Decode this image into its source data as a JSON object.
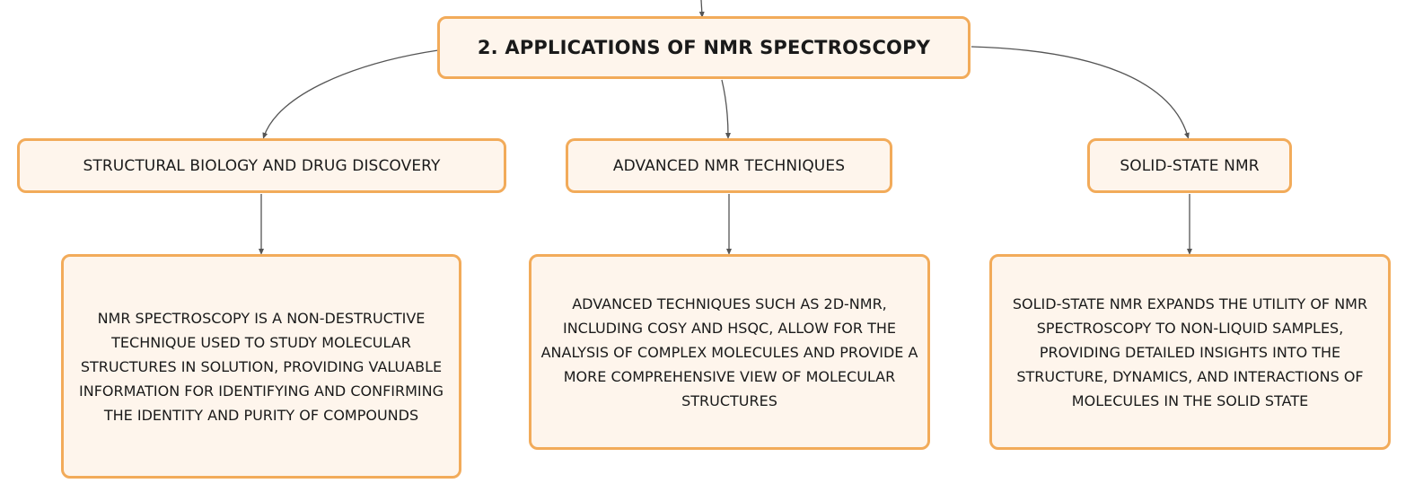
{
  "root": {
    "label": "2. APPLICATIONS OF NMR SPECTROSCOPY"
  },
  "branches": [
    {
      "label": "STRUCTURAL BIOLOGY AND DRUG DISCOVERY",
      "detail": "NMR SPECTROSCOPY IS A NON-DESTRUCTIVE TECHNIQUE USED TO STUDY MOLECULAR STRUCTURES IN SOLUTION, PROVIDING VALUABLE INFORMATION FOR IDENTIFYING AND CONFIRMING THE IDENTITY AND PURITY OF COMPOUNDS"
    },
    {
      "label": "ADVANCED NMR TECHNIQUES",
      "detail": "ADVANCED TECHNIQUES SUCH AS 2D-NMR, INCLUDING COSY AND HSQC, ALLOW FOR THE ANALYSIS OF COMPLEX MOLECULES AND PROVIDE A MORE COMPREHENSIVE VIEW OF MOLECULAR STRUCTURES"
    },
    {
      "label": "SOLID-STATE NMR",
      "detail": "SOLID-STATE NMR EXPANDS THE UTILITY OF NMR SPECTROSCOPY TO NON-LIQUID SAMPLES, PROVIDING DETAILED INSIGHTS INTO THE STRUCTURE, DYNAMICS, AND INTERACTIONS OF MOLECULES IN THE SOLID STATE"
    }
  ],
  "colors": {
    "node_border": "#f2ab5a",
    "node_fill": "#fef5ec",
    "connector": "#555555",
    "text": "#1a1a1a"
  }
}
